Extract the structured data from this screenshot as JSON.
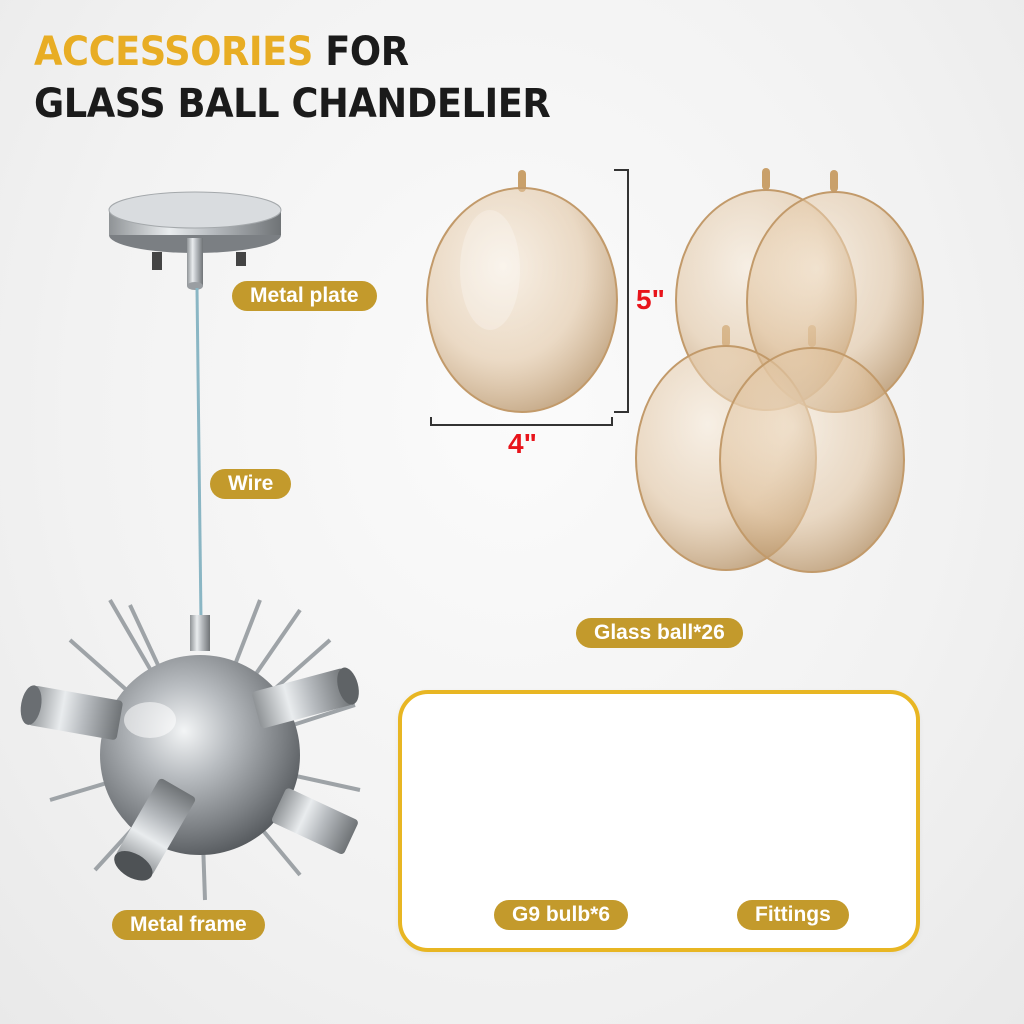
{
  "title": {
    "accent": "ACCESSORIES",
    "rest_line1": " FOR",
    "line2": "GLASS BALL CHANDELIER"
  },
  "labels": {
    "metal_plate": "Metal plate",
    "wire": "Wire",
    "metal_frame": "Metal frame",
    "glass_ball": "Glass ball*26",
    "g9_bulb": "G9 bulb*6",
    "fittings": "Fittings"
  },
  "dimensions": {
    "height": "5\"",
    "width": "4\""
  },
  "colors": {
    "accent": "#e8ad24",
    "tag": "#c39a2c",
    "dimension": "#e8141b",
    "panel_border": "#e8b623"
  }
}
